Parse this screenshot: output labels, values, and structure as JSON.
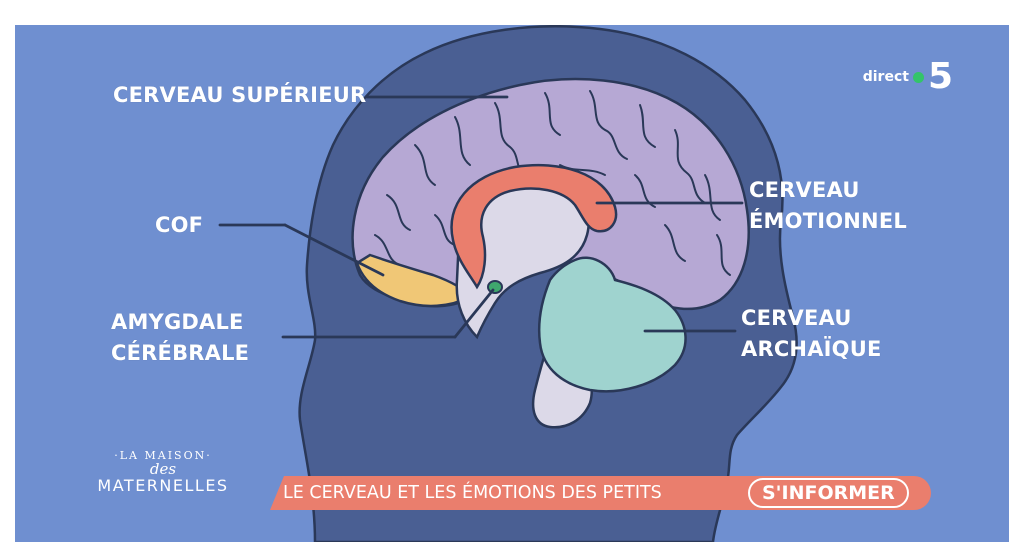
{
  "labels": {
    "superior": "CERVEAU SUPÉRIEUR",
    "cof": "COF",
    "amygdala": [
      "AMYGDALE",
      "CÉRÉBRALE"
    ],
    "emotional": [
      "CERVEAU",
      "ÉMOTIONNEL"
    ],
    "archaic": [
      "CERVEAU",
      "ARCHAÏQUE"
    ]
  },
  "channel": {
    "text": "direct",
    "number": "5",
    "dot_color": "#33c46a"
  },
  "show_logo": {
    "top": "·LA MAISON·",
    "middle": "des",
    "bottom": "MATERNELLES"
  },
  "banner": {
    "title": "LE CERVEAU ET LES ÉMOTIONS DES PETITS",
    "tag": "S'INFORMER"
  },
  "colors": {
    "background": "#6f8fd0",
    "head": "#4a5f93",
    "cortex": "#b6a8d4",
    "limbic": "#ea7e6d",
    "cof": "#f0c776",
    "cerebellum": "#9fd3cf",
    "amygdala": "#3fa86e",
    "banner": "#ea7e6d"
  }
}
